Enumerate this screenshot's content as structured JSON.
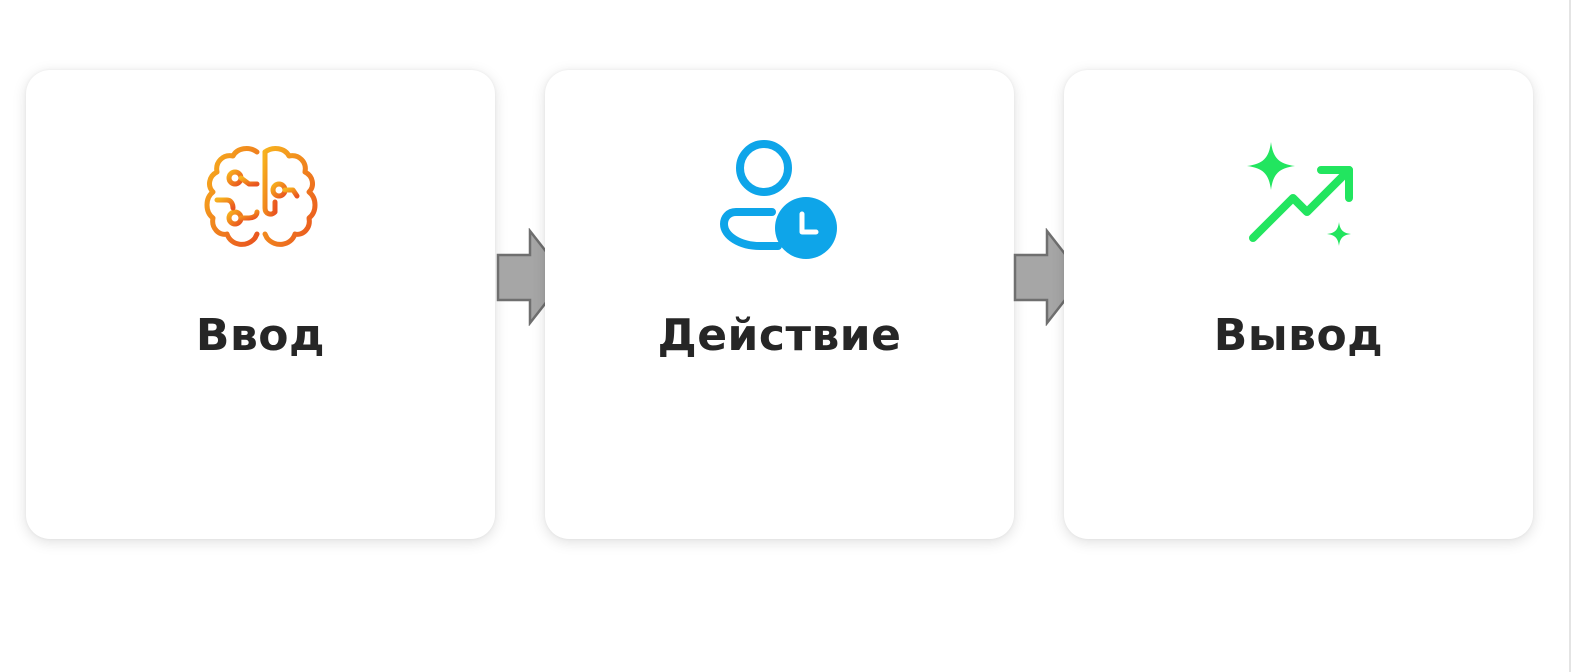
{
  "steps": [
    {
      "label": "Ввод",
      "icon": "brain-circuit-icon",
      "color_start": "#f5a623",
      "color_end": "#ea5b24"
    },
    {
      "label": "Действие",
      "icon": "user-clock-icon",
      "color": "#0ea5e9"
    },
    {
      "label": "Вывод",
      "icon": "sparkles-trend-up-icon",
      "color": "#22e55f"
    }
  ],
  "arrow_color": "#a6a6a6"
}
